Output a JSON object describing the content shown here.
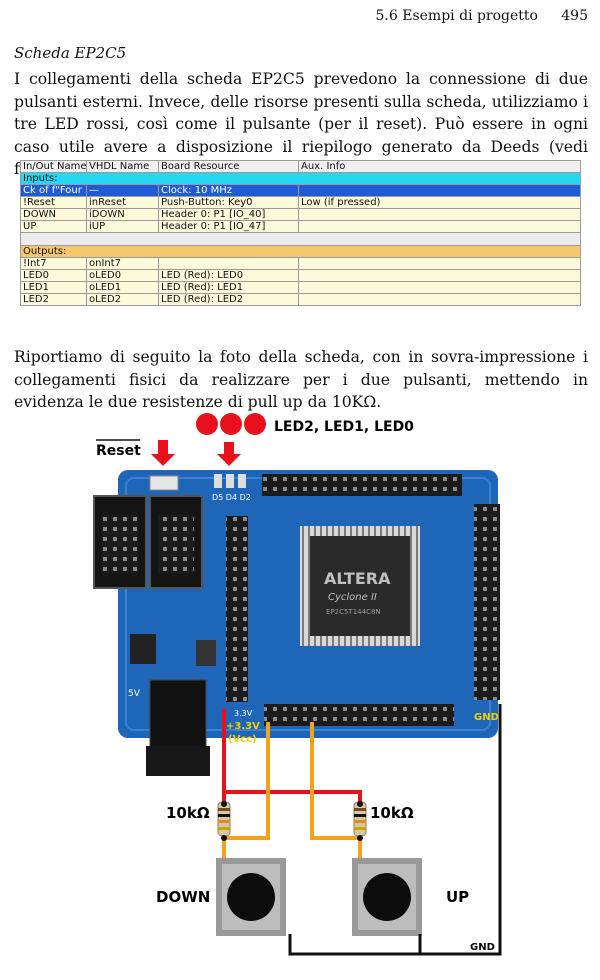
{
  "header": {
    "section": "5.6 Esempi di progetto",
    "page": "495"
  },
  "subtitle": "Scheda EP2C5",
  "paragraph1": "I collegamenti della scheda EP2C5 prevedono la connessione di due pulsanti esterni. Invece, delle risorse presenti sulla scheda, utilizziamo i tre LED rossi, così come il pulsante (per il reset). Può essere in ogni caso utile avere a disposizione il riepilogo generato da Deeds (vedi figura seguente).",
  "table": {
    "columns": [
      "In/Out Name",
      "VHDL Name",
      "Board Resource",
      "Aux. Info"
    ],
    "inputs_label": "Inputs:",
    "inputs": [
      [
        "Ck of f\"Four",
        "—",
        "Clock: 10 MHz",
        ""
      ],
      [
        "!Reset",
        "inReset",
        "Push-Button: Key0",
        "Low (if pressed)"
      ],
      [
        "DOWN",
        "iDOWN",
        "Header 0: P1 [IO_40]",
        ""
      ],
      [
        "UP",
        "iUP",
        "Header 0: P1 [IO_47]",
        ""
      ]
    ],
    "outputs_label": "Outputs:",
    "outputs": [
      [
        "!Int7",
        "onInt7",
        "",
        ""
      ],
      [
        "LED0",
        "oLED0",
        "LED (Red): LED0",
        ""
      ],
      [
        "LED1",
        "oLED1",
        "LED (Red): LED1",
        ""
      ],
      [
        "LED2",
        "oLED2",
        "LED (Red): LED2",
        ""
      ]
    ]
  },
  "paragraph2": "Riportiamo di seguito la foto della scheda, con in sovra-impressione i collegamenti fisici da realizzare per i due pulsanti, mettendo in evidenza le due resistenze di pull up da 10KΩ.",
  "figure": {
    "led_label": "LED2, LED1, LED0",
    "reset_label": "Reset",
    "vcc_label": "+3.3V",
    "vcc_label2": "(Vcc)",
    "gnd_label": "GND",
    "gnd_label_bottom": "GND",
    "resistor_left": "10kΩ",
    "resistor_right": "10kΩ",
    "button_left": "DOWN",
    "button_right": "UP",
    "chip_brand": "ALTERA",
    "chip_family": "Cyclone II",
    "chip_part": "EP2C5T144C8N",
    "board_leds": "D5 D4 D2",
    "board_v": "3.3V",
    "board_v2": "5V",
    "accent_red": "#e8101a",
    "wire_orange": "#f4a21a",
    "board_blue": "#1f66b8"
  }
}
